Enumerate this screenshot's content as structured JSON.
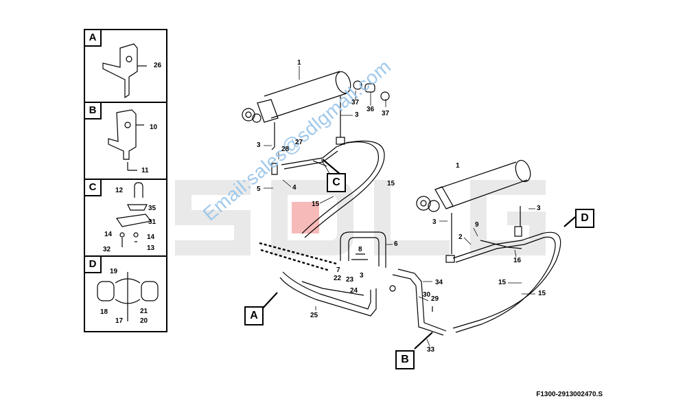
{
  "detail_boxes": [
    {
      "letter": "A",
      "parts": [
        "26"
      ]
    },
    {
      "letter": "B",
      "parts": [
        "10",
        "11"
      ]
    },
    {
      "letter": "C",
      "parts": [
        "12",
        "35",
        "31",
        "14",
        "14",
        "32",
        "13"
      ]
    },
    {
      "letter": "D",
      "parts": [
        "19",
        "18",
        "17",
        "21",
        "20"
      ]
    }
  ],
  "callouts": [
    "A",
    "B",
    "C",
    "D"
  ],
  "part_labels": {
    "p1a": "1",
    "p37a": "37",
    "p36": "36",
    "p37b": "37",
    "p3a": "3",
    "p3b": "3",
    "p27": "27",
    "p28": "28",
    "p5": "5",
    "p4": "4",
    "p15a": "15",
    "p15b": "15",
    "p1b": "1",
    "p3c": "3",
    "p3d": "3",
    "p9": "9",
    "p2": "2",
    "p16": "16",
    "p6": "6",
    "p8": "8",
    "p7": "7",
    "p22": "22",
    "p3e": "3",
    "p23": "23",
    "p24": "24",
    "p34": "34",
    "p30": "30",
    "p29": "29",
    "p25": "25",
    "p15c": "15",
    "p15d": "15",
    "p33": "33"
  },
  "watermark": {
    "brand": "SDLG",
    "email": "Email:sales@sdlgmall.com"
  },
  "reference_code": "F1300-2913002470.S",
  "colors": {
    "watermark_logo": "#e9e9e9",
    "watermark_email": "#9cc7ea",
    "line": "#000000"
  }
}
